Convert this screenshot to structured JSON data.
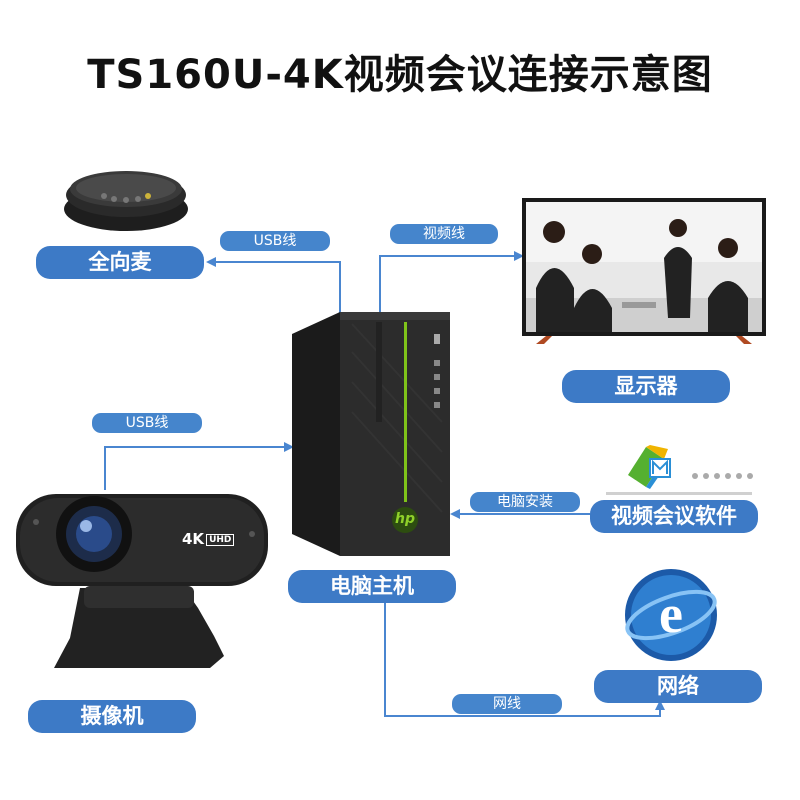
{
  "title": "TS160U-4K视频会议连接示意图",
  "nodes": {
    "mic": "全向麦",
    "display": "显示器",
    "camera": "摄像机",
    "pc": "电脑主机",
    "software": "视频会议软件",
    "network": "网络"
  },
  "links": {
    "mic_usb": "USB线",
    "video_cable": "视频线",
    "camera_usb": "USB线",
    "pc_install": "电脑安装",
    "network_cable": "网线"
  },
  "camera_badge": {
    "main": "4K",
    "sub": "UHD"
  },
  "pc_logo": "hp",
  "colors": {
    "accent": "#3d7ac6",
    "connector": "#4a86d0",
    "pc_stripe": "#7fc31a"
  }
}
